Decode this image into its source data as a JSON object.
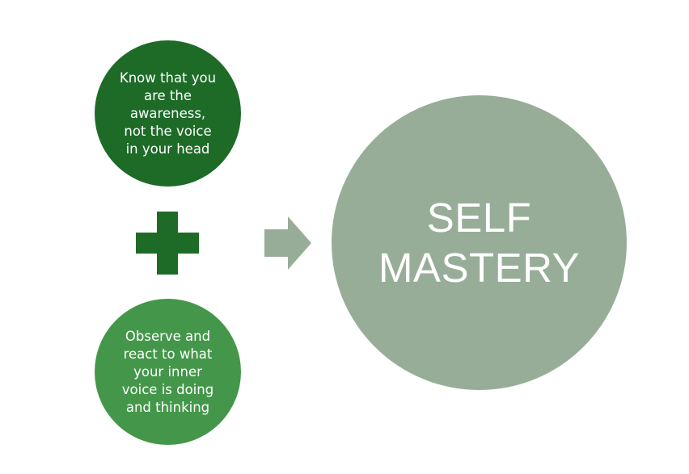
{
  "diagram": {
    "circle_top": {
      "text": "Know that you\nare the\nawareness,\nnot the voice\nin your head",
      "color": "#1e6b28"
    },
    "operator": {
      "icon": "plus-icon",
      "color": "#1e6b28"
    },
    "circle_bottom": {
      "text": "Observe and\nreact to what\nyour inner\nvoice is doing\nand thinking",
      "color": "#44974a"
    },
    "connector": {
      "icon": "right-arrow-icon",
      "color": "#97ad98"
    },
    "result": {
      "text": "SELF\nMASTERY",
      "color": "#97ad98"
    }
  }
}
